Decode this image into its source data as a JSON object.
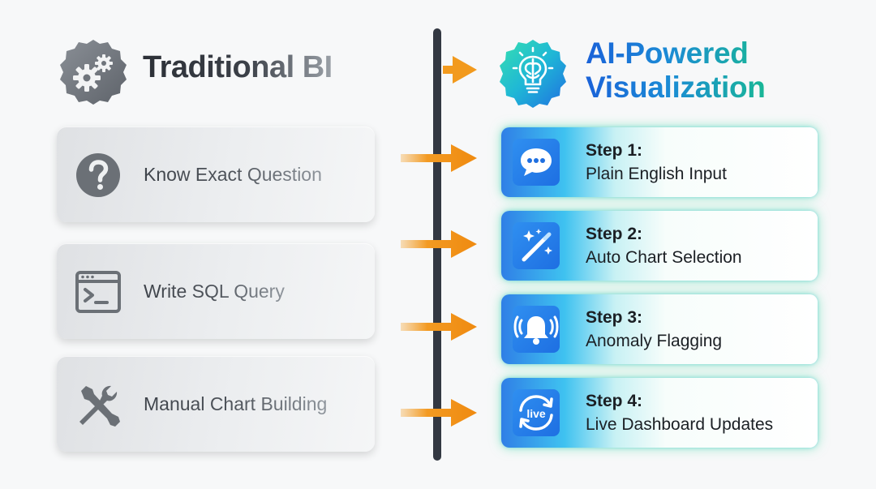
{
  "left": {
    "title": "Traditional BI",
    "header_icon": "gears-icon",
    "items": [
      {
        "label": "Know Exact Question",
        "icon": "question-icon"
      },
      {
        "label": "Write SQL Query",
        "icon": "terminal-icon"
      },
      {
        "label": "Manual Chart Building",
        "icon": "tools-icon"
      }
    ]
  },
  "right": {
    "title_line1": "AI-Powered",
    "title_line2": "Visualization",
    "header_icon": "lightbulb-brain-icon",
    "steps": [
      {
        "step": "Step 1:",
        "label": "Plain English Input",
        "icon": "chat-bubble-icon"
      },
      {
        "step": "Step 2:",
        "label": "Auto Chart Selection",
        "icon": "magic-wand-icon"
      },
      {
        "step": "Step 3:",
        "label": "Anomaly Flagging",
        "icon": "alarm-bell-icon"
      },
      {
        "step": "Step 4:",
        "label": "Live Dashboard Updates",
        "icon": "live-refresh-icon"
      }
    ]
  },
  "colors": {
    "arrow": "#f29a1e",
    "divider": "#333842",
    "ai_blue": "#1a62d8",
    "ai_green": "#19b796"
  }
}
